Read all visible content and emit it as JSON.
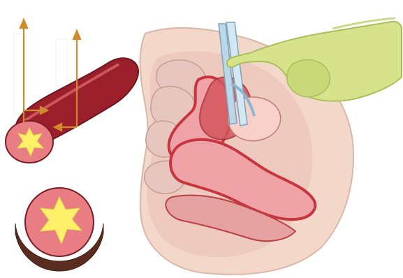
{
  "image": {
    "kind": "medical-illustration",
    "has_visible_text": false
  },
  "colors": {
    "background": "#ffffff",
    "tube_dark_red": "#9b1f2a",
    "tube_pink": "#e87d84",
    "lumen_yellow": "#fff06a",
    "arrow_orange": "#d08a2b",
    "pelvis_skin": "#f3d7c9",
    "pelvis_shadow": "#d7b3a7",
    "tissue_red": "#c7353f",
    "tissue_pink": "#f0a3a7",
    "finger_green": "#d7e38a",
    "finger_outline": "#aabf5c",
    "cannula_blue": "#bcd8e8",
    "cannula_outline": "#7aa4bf",
    "base_brown": "#5a2c1f"
  },
  "icons": [
    "vessel-cylinder-icon",
    "vessel-cross-section-icon",
    "pelvic-anatomy-illustration",
    "gloved-finger-illustration",
    "cannula-icon",
    "arrow-icon"
  ]
}
